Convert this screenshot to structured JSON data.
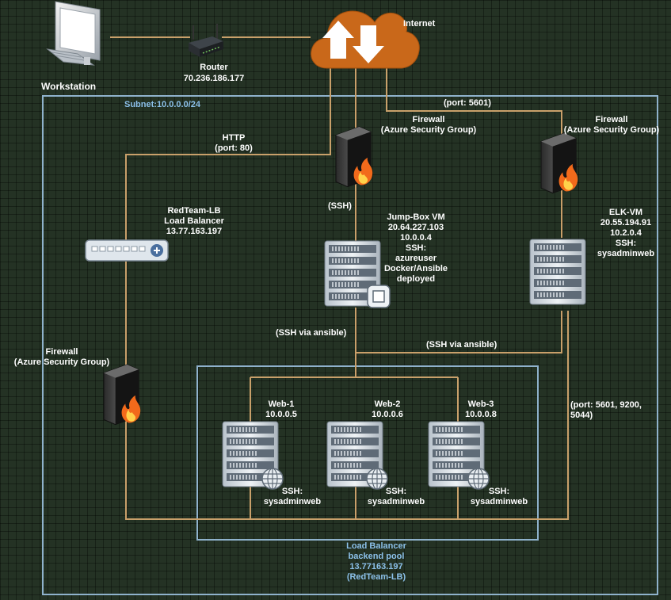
{
  "colors": {
    "link": "#c9a06a",
    "subnet_border": "#8fb2cc",
    "cloud": "#c9681a",
    "label_text": "#ffffff",
    "subnet_label": "#8cc1ea"
  },
  "nodes": {
    "workstation": {
      "label": "Workstation",
      "icon": "workstation-icon"
    },
    "router": {
      "title": "Router",
      "ip": "70.236.186.177",
      "icon": "router-icon"
    },
    "internet": {
      "label": "Internet",
      "icon": "cloud-icon"
    },
    "firewall_top": {
      "label": "Firewall\n(Azure Security Group)",
      "icon": "firewall-icon"
    },
    "firewall_right": {
      "label": "Firewall\n(Azure Security Group)",
      "icon": "firewall-icon"
    },
    "firewall_left": {
      "label": "Firewall\n(Azure Security Group)",
      "icon": "firewall-icon"
    },
    "load_balancer": {
      "label": "RedTeam-LB\nLoad Balancer\n13.77.163.197",
      "icon": "load-balancer-icon"
    },
    "jumpbox": {
      "label": "Jump-Box VM\n20.64.227.103\n10.0.0.4\nSSH:\nazureuser\nDocker/Ansible\ndeployed",
      "icon": "server-icon"
    },
    "elk": {
      "label": "ELK-VM\n20.55.194.91\n10.2.0.4\nSSH:\nsysadminweb",
      "icon": "server-icon"
    },
    "web1": {
      "name": "Web-1\n10.0.0.5",
      "ssh": "SSH:\nsysadminweb",
      "icon": "web-server-icon"
    },
    "web2": {
      "name": "Web-2\n10.0.0.6",
      "ssh": "SSH:\nsysadminweb",
      "icon": "web-server-icon"
    },
    "web3": {
      "name": "Web-3\n10.0.0.8",
      "ssh": "SSH:\nsysadminweb",
      "icon": "web-server-icon"
    }
  },
  "groups": {
    "subnet": "Subnet:10.0.0.0/24",
    "backend_pool": "Load Balancer\nbackend pool\n13.77163.197\n(RedTeam-LB)"
  },
  "edge_labels": {
    "port_5601": "(port: 5601)",
    "http_80": "HTTP\n(port: 80)",
    "ssh": "(SSH)",
    "ssh_ansible_left": "(SSH via ansible)",
    "ssh_ansible_right": "(SSH via ansible)",
    "elk_ports": "(port: 5601, 9200,\n5044)"
  }
}
